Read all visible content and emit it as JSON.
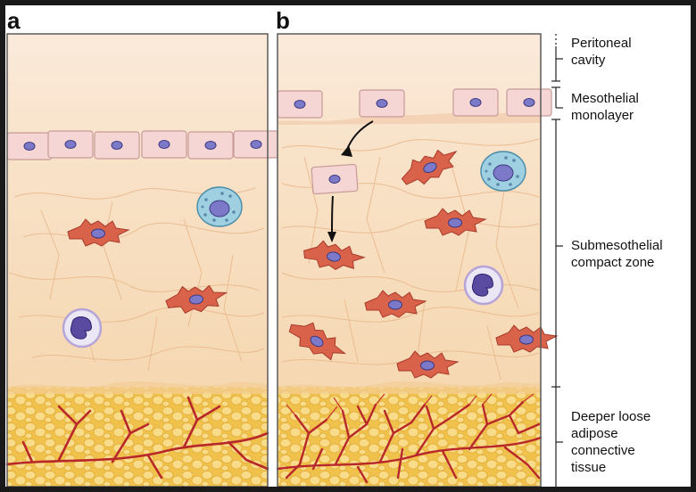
{
  "panels": {
    "a": "a",
    "b": "b"
  },
  "labels": {
    "peritoneal_cavity": "Peritoneal cavity",
    "mesothelial_monolayer": "Mesothelial monolayer",
    "submesothelial_compact_zone": "Submesothelial compact zone",
    "deeper_loose_adipose_connective_tissue": "Deeper loose adipose connective tissue"
  },
  "colors": {
    "tissue": "#f7dcb8",
    "cavity": "#fbeadb",
    "mesothelial_cell": "#f6d6d4",
    "fibroblast": "#d9624a",
    "nucleus": "#7c79c8",
    "macrophage": "#9ed0e2",
    "neutrophil": "#ece7f5",
    "adipose": "#f2c85b",
    "vessel": "#b8282a"
  }
}
